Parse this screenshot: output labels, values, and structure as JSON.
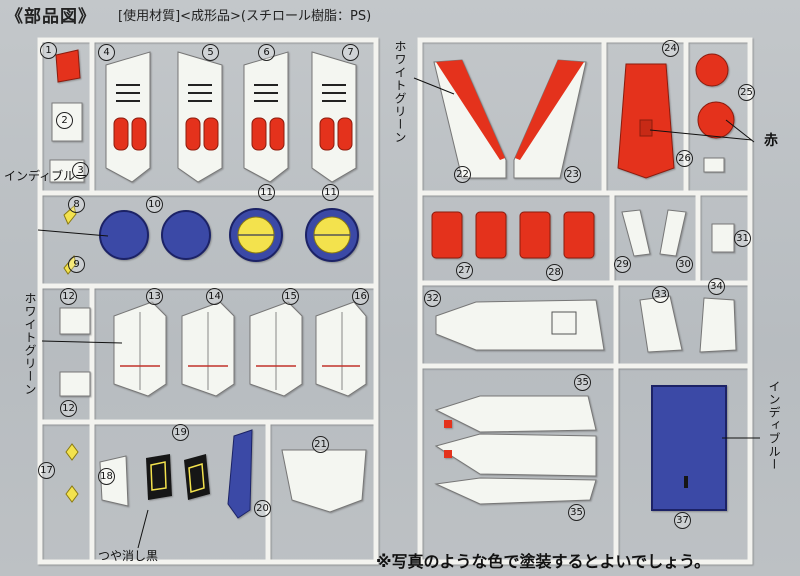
{
  "header": {
    "title": "《部品図》",
    "subtitle": "[使用材質]<成形品>(スチロール樹脂：PS)"
  },
  "part_numbers": [
    "1",
    "2",
    "3",
    "4",
    "5",
    "6",
    "7",
    "8",
    "10",
    "11",
    "11",
    "9",
    "12",
    "13",
    "14",
    "15",
    "16",
    "12",
    "17",
    "18",
    "19",
    "20",
    "21",
    "22",
    "23",
    "24",
    "25",
    "26",
    "27",
    "28",
    "29",
    "30",
    "31",
    "32",
    "33",
    "34",
    "35",
    "35",
    "37"
  ],
  "labels": {
    "indi_blue_left": "インディブルー",
    "white_green_left": "ホワイトグリーン",
    "white_green_top": "ホワイトグリーン",
    "red": "赤",
    "indi_blue_right": "インディブルー",
    "matte_black": "つや消し黒"
  },
  "note": "※写真のような色で塗装するとよいでしょう。",
  "colors": {
    "runner": "#f2f2ee",
    "white_green": "#f4f6f1",
    "red": "#e4321c",
    "indi_blue": "#3a48a6",
    "yellow": "#f3e24e",
    "black": "#141414"
  }
}
